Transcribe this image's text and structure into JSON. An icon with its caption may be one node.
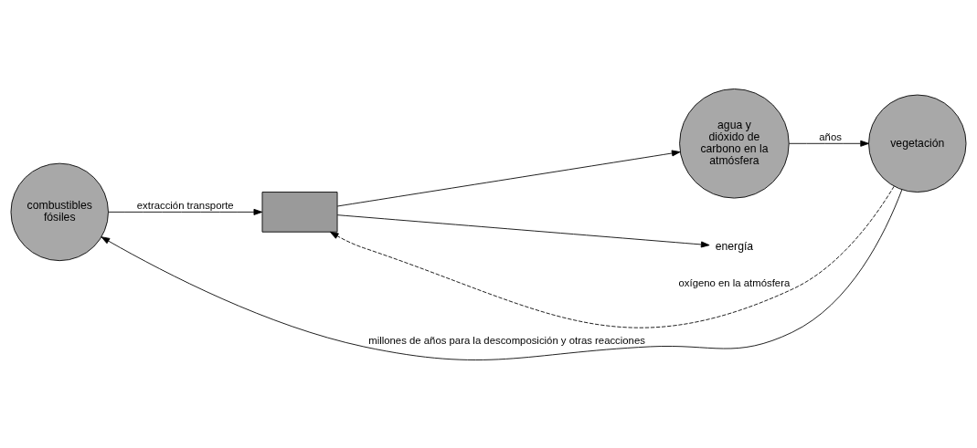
{
  "diagram": {
    "nodes": [
      {
        "text": [
          "combustibles fósiles"
        ]
      },
      {
        "text": [],
        "shape": "box"
      },
      {
        "text": [
          "agua y dióxido de carbono en la atmósfera"
        ]
      },
      {
        "text": [
          "vegetación"
        ]
      },
      {
        "text": [
          "energía"
        ]
      }
    ],
    "edges": [
      {
        "from": 0,
        "to": 1,
        "arrow": "to",
        "label": "extracción transporte"
      },
      {
        "from": 1,
        "to": 4,
        "arrow": "to"
      },
      {
        "from": 1,
        "to": 2,
        "arrow": "to"
      },
      {
        "from": 2,
        "to": 3,
        "arrow": "to",
        "label": "años"
      },
      {
        "from": 3,
        "to": 0,
        "arrow": "to",
        "label": "millones de años para la descomposición y otras reacciones"
      },
      {
        "from": 3,
        "to": 1,
        "arrow": "to",
        "style": "dashed",
        "label": "oxígeno en la atmósfera"
      }
    ]
  }
}
